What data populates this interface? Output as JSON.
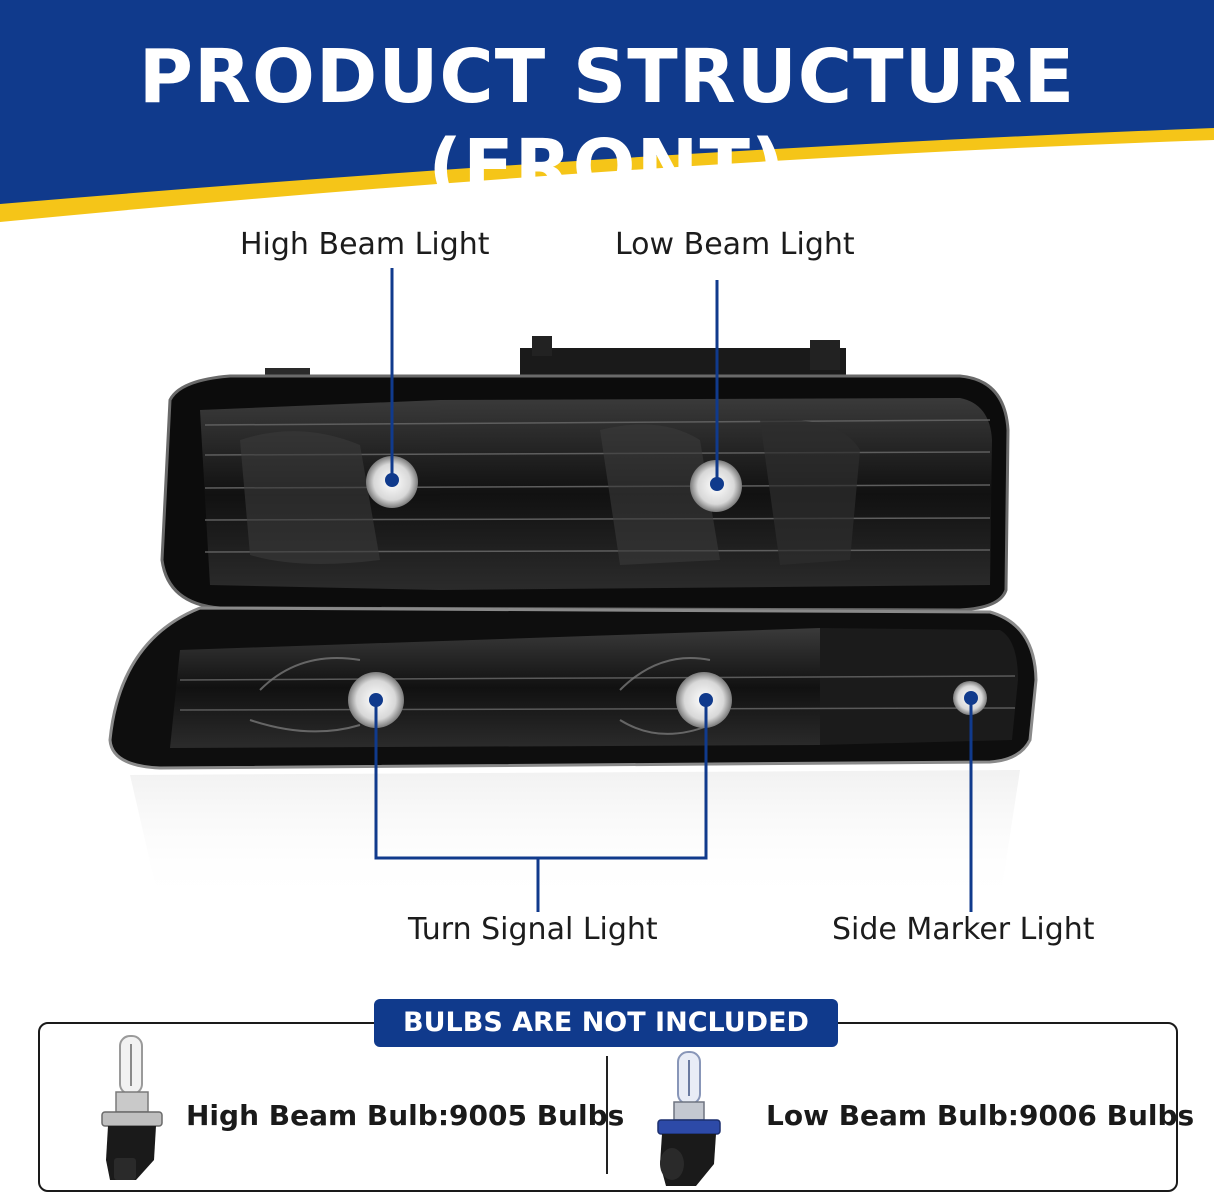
{
  "banner": {
    "title": "PRODUCT STRUCTURE (FRONT)",
    "color_primary": "#103a8c",
    "color_accent": "#f5c518"
  },
  "callouts": {
    "high_beam": "High Beam Light",
    "low_beam": "Low Beam Light",
    "turn_signal": "Turn Signal Light",
    "side_marker": "Side Marker Light",
    "line_color": "#103a8c"
  },
  "bulbs": {
    "notice": "BULBS ARE NOT INCLUDED",
    "high_beam_bulb": "High Beam Bulb:9005 Bulbs",
    "low_beam_bulb": "Low Beam Bulb:9006 Bulbs"
  }
}
